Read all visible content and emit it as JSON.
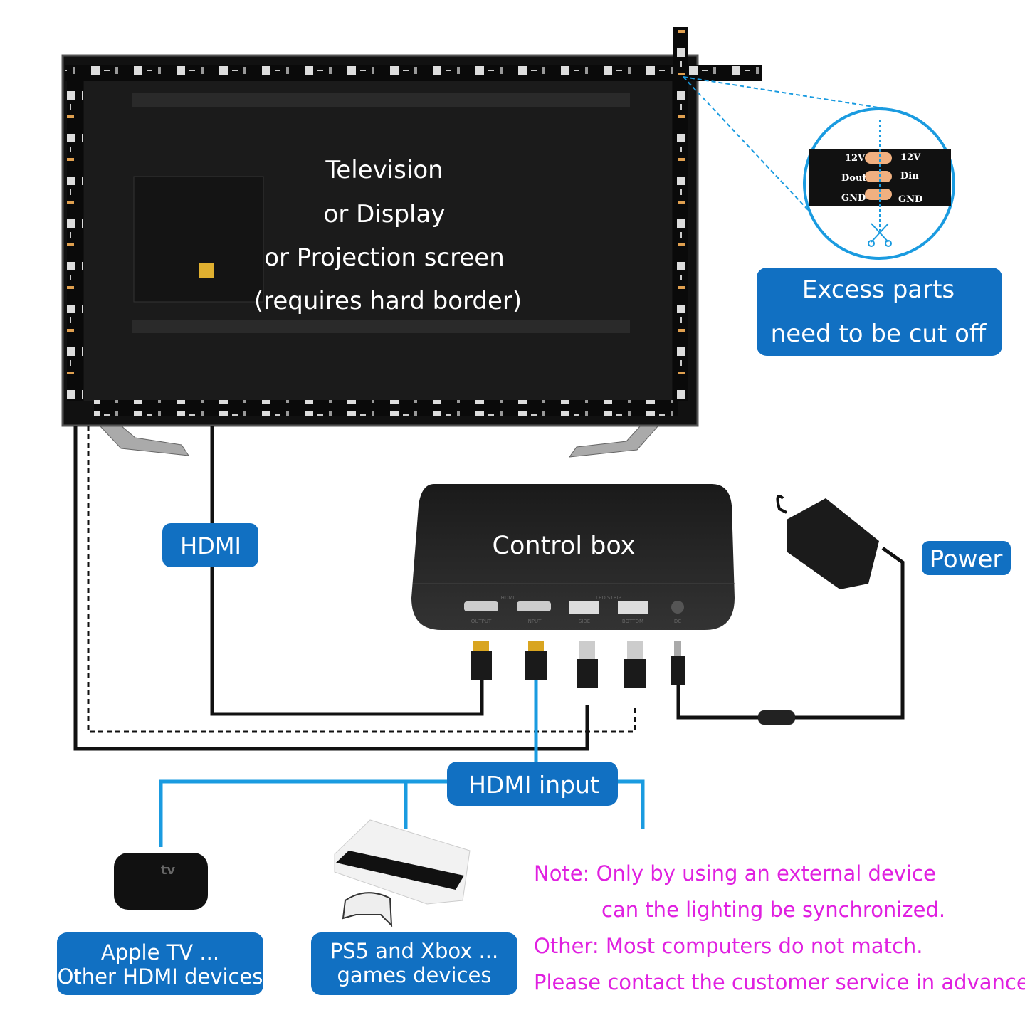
{
  "tv": {
    "lines": [
      "Television",
      "or Display",
      "or Projection screen",
      "(requires hard border)"
    ]
  },
  "strip_inset": {
    "left_pins": [
      "12V",
      "Dout",
      "GND"
    ],
    "right_pins": [
      "12V",
      "Din",
      "GND"
    ],
    "icon": "scissors-icon"
  },
  "labels": {
    "excess": [
      "Excess parts",
      "need to be cut off"
    ],
    "hdmi": "HDMI",
    "control_box": "Control box",
    "power": "Power",
    "hdmi_input": "HDMI input",
    "apple_tv": [
      "Apple TV ...",
      "Other HDMI devices"
    ],
    "ps5": [
      "PS5 and Xbox ...",
      "games devices"
    ]
  },
  "control_box_ports": {
    "group_hdmi": "HDMI",
    "group_led": "LED STRIP",
    "ports": [
      "OUTPUT",
      "INPUT",
      "SIDE",
      "BOTTOM",
      "DC"
    ]
  },
  "apple_tv_logo": "tv",
  "note": [
    "Note:  Only by using an external device",
    "can the lighting be synchronized.",
    "Other: Most computers do not match.",
    "Please contact the customer service in advance."
  ],
  "colors": {
    "label_blue": "#1170c2",
    "cable_blue": "#1a9be0",
    "note_magenta": "#e020e0"
  }
}
